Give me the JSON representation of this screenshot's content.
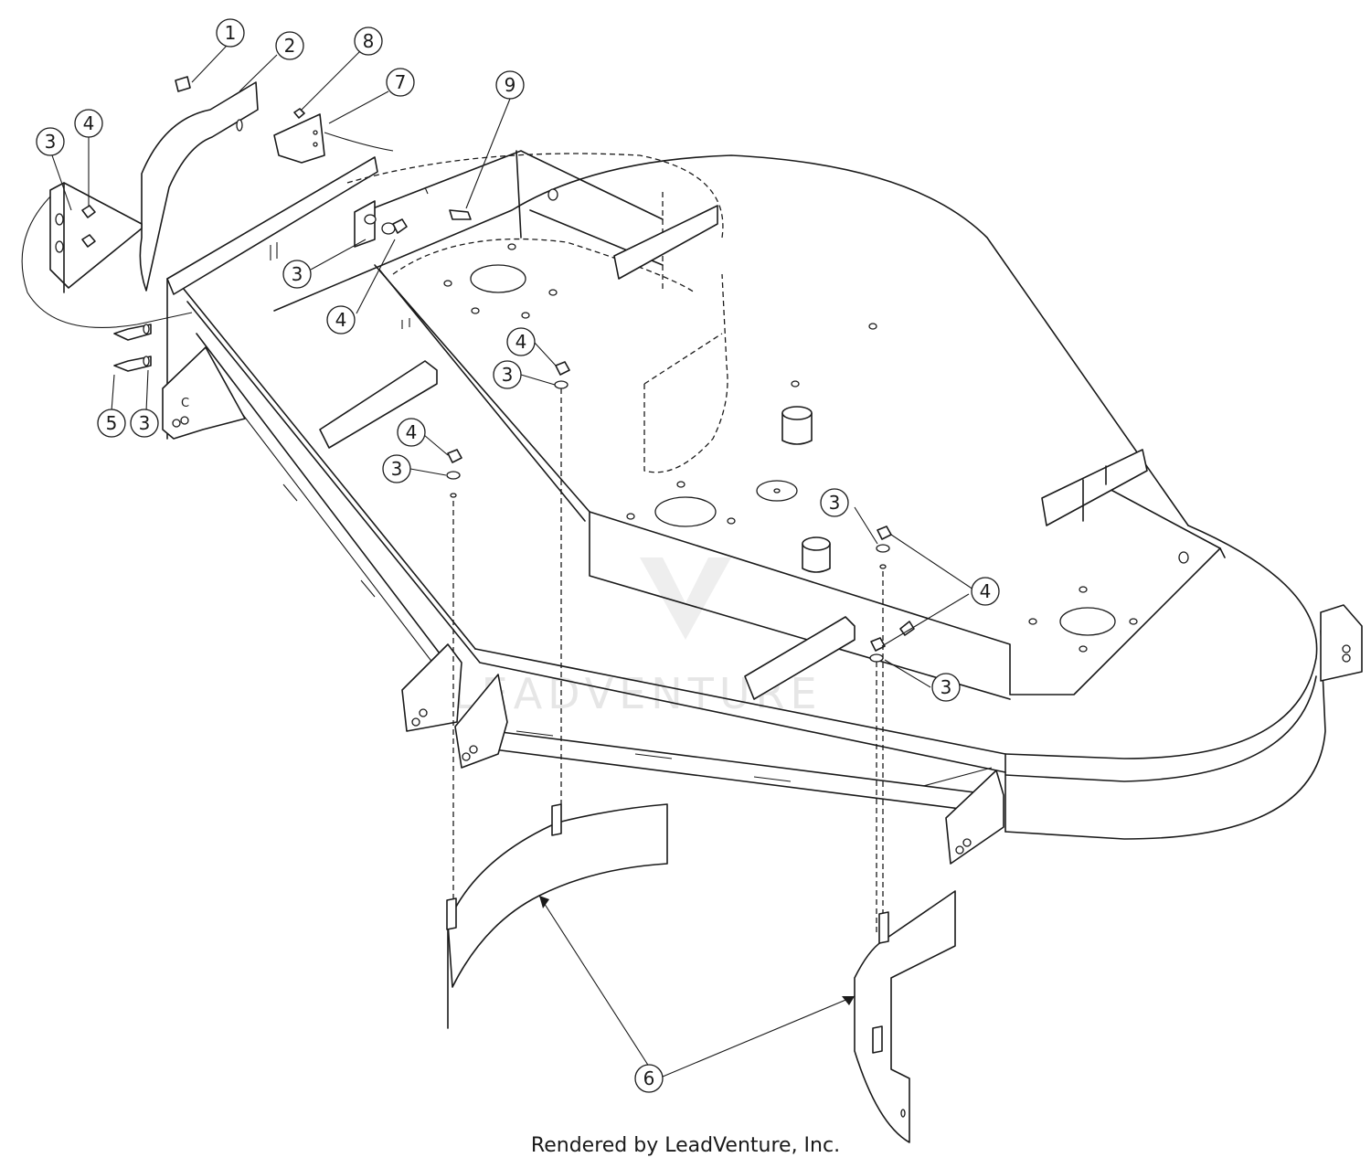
{
  "footer": {
    "text": "Rendered by LeadVenture, Inc."
  },
  "watermark": {
    "text": "LEADVENTURE",
    "color": "#e6e6e6"
  },
  "callouts": [
    {
      "id": "c1",
      "label": "1"
    },
    {
      "id": "c2",
      "label": "2"
    },
    {
      "id": "c3a",
      "label": "3"
    },
    {
      "id": "c4a",
      "label": "4"
    },
    {
      "id": "c8",
      "label": "8"
    },
    {
      "id": "c7",
      "label": "7"
    },
    {
      "id": "c9",
      "label": "9"
    },
    {
      "id": "c3b",
      "label": "3"
    },
    {
      "id": "c4b",
      "label": "4"
    },
    {
      "id": "c5",
      "label": "5"
    },
    {
      "id": "c3c",
      "label": "3"
    },
    {
      "id": "c4c",
      "label": "4"
    },
    {
      "id": "c3d",
      "label": "3"
    },
    {
      "id": "c4d",
      "label": "4"
    },
    {
      "id": "c3e",
      "label": "3"
    },
    {
      "id": "c3f",
      "label": "3"
    },
    {
      "id": "c4e",
      "label": "4"
    },
    {
      "id": "c3g",
      "label": "3"
    },
    {
      "id": "c6",
      "label": "6"
    }
  ]
}
